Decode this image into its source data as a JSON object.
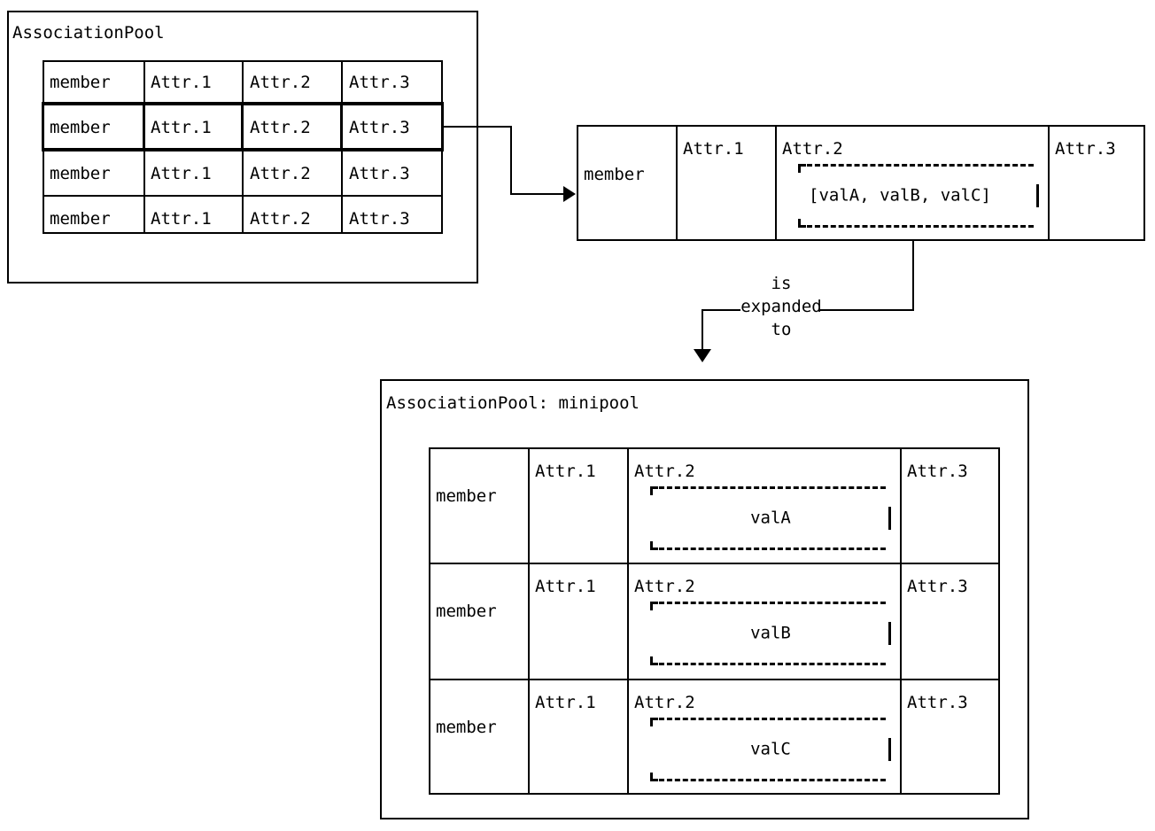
{
  "diagram": {
    "title_top": "AssociationPool",
    "title_bottom": "AssociationPool: minipool",
    "relation_label_line1": "is",
    "relation_label_line2": "expanded",
    "relation_label_line3": "to",
    "colors": {
      "stroke": "#000000",
      "background": "#ffffff"
    }
  },
  "source_table": {
    "columns": [
      "member",
      "Attr.1",
      "Attr.2",
      "Attr.3"
    ],
    "rows": [
      {
        "highlighted": false,
        "cells": [
          "member",
          "Attr.1",
          "Attr.2",
          "Attr.3"
        ]
      },
      {
        "highlighted": true,
        "cells": [
          "member",
          "Attr.1",
          "Attr.2",
          "Attr.3"
        ]
      },
      {
        "highlighted": false,
        "cells": [
          "member",
          "Attr.1",
          "Attr.2",
          "Attr.3"
        ]
      },
      {
        "highlighted": false,
        "cells": [
          "member",
          "Attr.1",
          "Attr.2",
          "Attr.3"
        ]
      }
    ]
  },
  "detail_row": {
    "member_label": "member",
    "attr1_label": "Attr.1",
    "attr2_label": "Attr.2",
    "attr3_label": "Attr.3",
    "attr2_value": "[valA, valB, valC]"
  },
  "minipool_table": {
    "rows": [
      {
        "member_label": "member",
        "attr1_label": "Attr.1",
        "attr2_label": "Attr.2",
        "attr3_label": "Attr.3",
        "attr2_value": "valA"
      },
      {
        "member_label": "member",
        "attr1_label": "Attr.1",
        "attr2_label": "Attr.2",
        "attr3_label": "Attr.3",
        "attr2_value": "valB"
      },
      {
        "member_label": "member",
        "attr1_label": "Attr.1",
        "attr2_label": "Attr.2",
        "attr3_label": "Attr.3",
        "attr2_value": "valC"
      }
    ]
  }
}
